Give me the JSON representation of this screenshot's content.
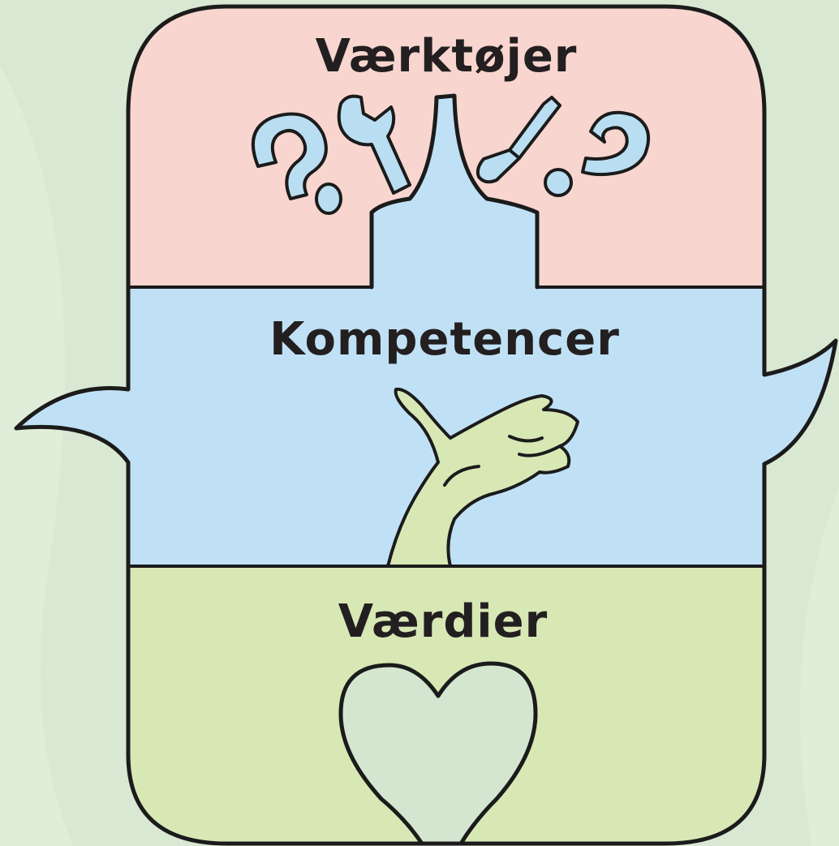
{
  "sections": {
    "top": {
      "label": "Værktøjer",
      "color": "#f8d5cf"
    },
    "middle": {
      "label": "Kompetencer",
      "color": "#c0e1f5"
    },
    "bottom": {
      "label": "Værdier",
      "color": "#d7e8b5"
    }
  },
  "colors": {
    "background": "#d8e8d2",
    "outline": "#1b1b1b",
    "hand": "#d7e8b5",
    "icons": "#b9def2",
    "heart": "#d4e6cf"
  },
  "icons": [
    "question-mark-icon",
    "wrench-icon",
    "screwdriver-icon",
    "question-mark-icon",
    "hand-icon",
    "heart-icon"
  ]
}
